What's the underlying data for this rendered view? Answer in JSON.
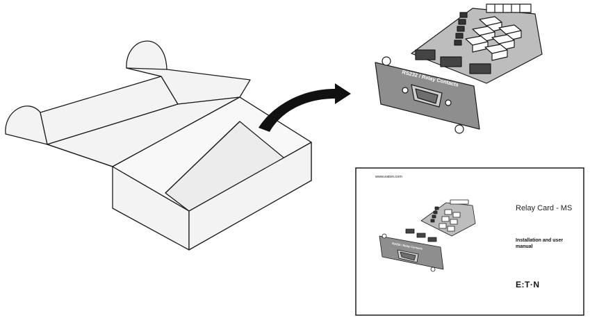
{
  "card": {
    "face_label": "RS232 / Relay Contacts"
  },
  "manual": {
    "url": "www.eaton.com",
    "title": "Relay Card - MS",
    "subtitle_line1": "Installation and user",
    "subtitle_line2": "manual",
    "logo": "E:T·N"
  },
  "colors": {
    "outline": "#1a1a1a",
    "box_fill": "#f3f3f3",
    "board_fill": "#bdbdbd",
    "faceplate_fill": "#8e8e8e",
    "relay_fill": "#ffffff",
    "arrow": "#111111"
  }
}
